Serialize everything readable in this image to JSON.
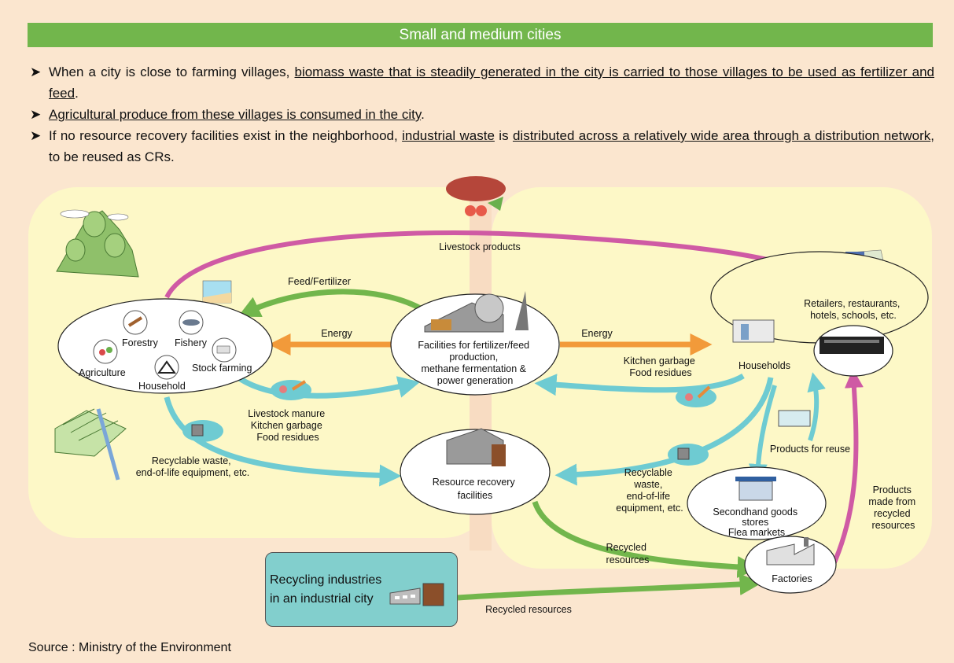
{
  "title": "Small and medium cities",
  "bullets": [
    {
      "pre": "When a city is close to farming villages, ",
      "u1": "biomass waste that is steadily generated in the city is carried to those villages to be used as fertilizer and feed",
      "post": "."
    },
    {
      "pre": "",
      "u1": "Agricultural produce from these villages is consumed in the city",
      "post": "."
    },
    {
      "pre": "If no resource recovery facilities exist in the neighborhood, ",
      "u1": "industrial waste",
      "mid": " is ",
      "u2": "distributed across a relatively wide area through a distribution network",
      "post": ", to be reused as CRs."
    }
  ],
  "labels": {
    "livestock_products": "Livestock products",
    "feed_fertilizer": "Feed/Fertilizer",
    "energy_left": "Energy",
    "energy_right": "Energy",
    "forestry": "Forestry",
    "fishery": "Fishery",
    "agriculture": "Agriculture",
    "stock_farming": "Stock farming",
    "household": "Household",
    "facilities": [
      "Facilities for fertilizer/feed",
      "production,",
      "methane fermentation &",
      "power generation"
    ],
    "livestock_manure": [
      "Livestock manure",
      "Kitchen garbage",
      "Food residues"
    ],
    "recyclable_left": [
      "Recyclable waste,",
      "end-of-life equipment, etc."
    ],
    "resource_recovery": [
      "Resource recovery",
      "facilities"
    ],
    "kitchen_garbage_right": [
      "Kitchen garbage",
      "Food residues"
    ],
    "retailers": [
      "Retailers, restaurants,",
      "hotels, schools, etc."
    ],
    "households": "Households",
    "products_for_reuse": "Products for reuse",
    "recyclable_right": [
      "Recyclable",
      "waste,",
      "end-of-life",
      "equipment, etc."
    ],
    "secondhand": [
      "Secondhand goods",
      "stores",
      "Flea markets"
    ],
    "products_recycled": [
      "Products",
      "made from",
      "recycled",
      "resources"
    ],
    "recycled_resources_upper": [
      "Recycled",
      "resources"
    ],
    "factories": "Factories",
    "recycled_resources_lower": "Recycled resources",
    "recycling_industries": [
      "Recycling industries",
      "in an industrial city"
    ]
  },
  "source": "Source : Ministry of the Environment",
  "colors": {
    "title_bg": "#72b64c",
    "panel": "#fdf8c7",
    "pink": "#cf5aa4",
    "green": "#72b64c",
    "orange": "#f29a3a",
    "cyan": "#6ecbd2"
  }
}
